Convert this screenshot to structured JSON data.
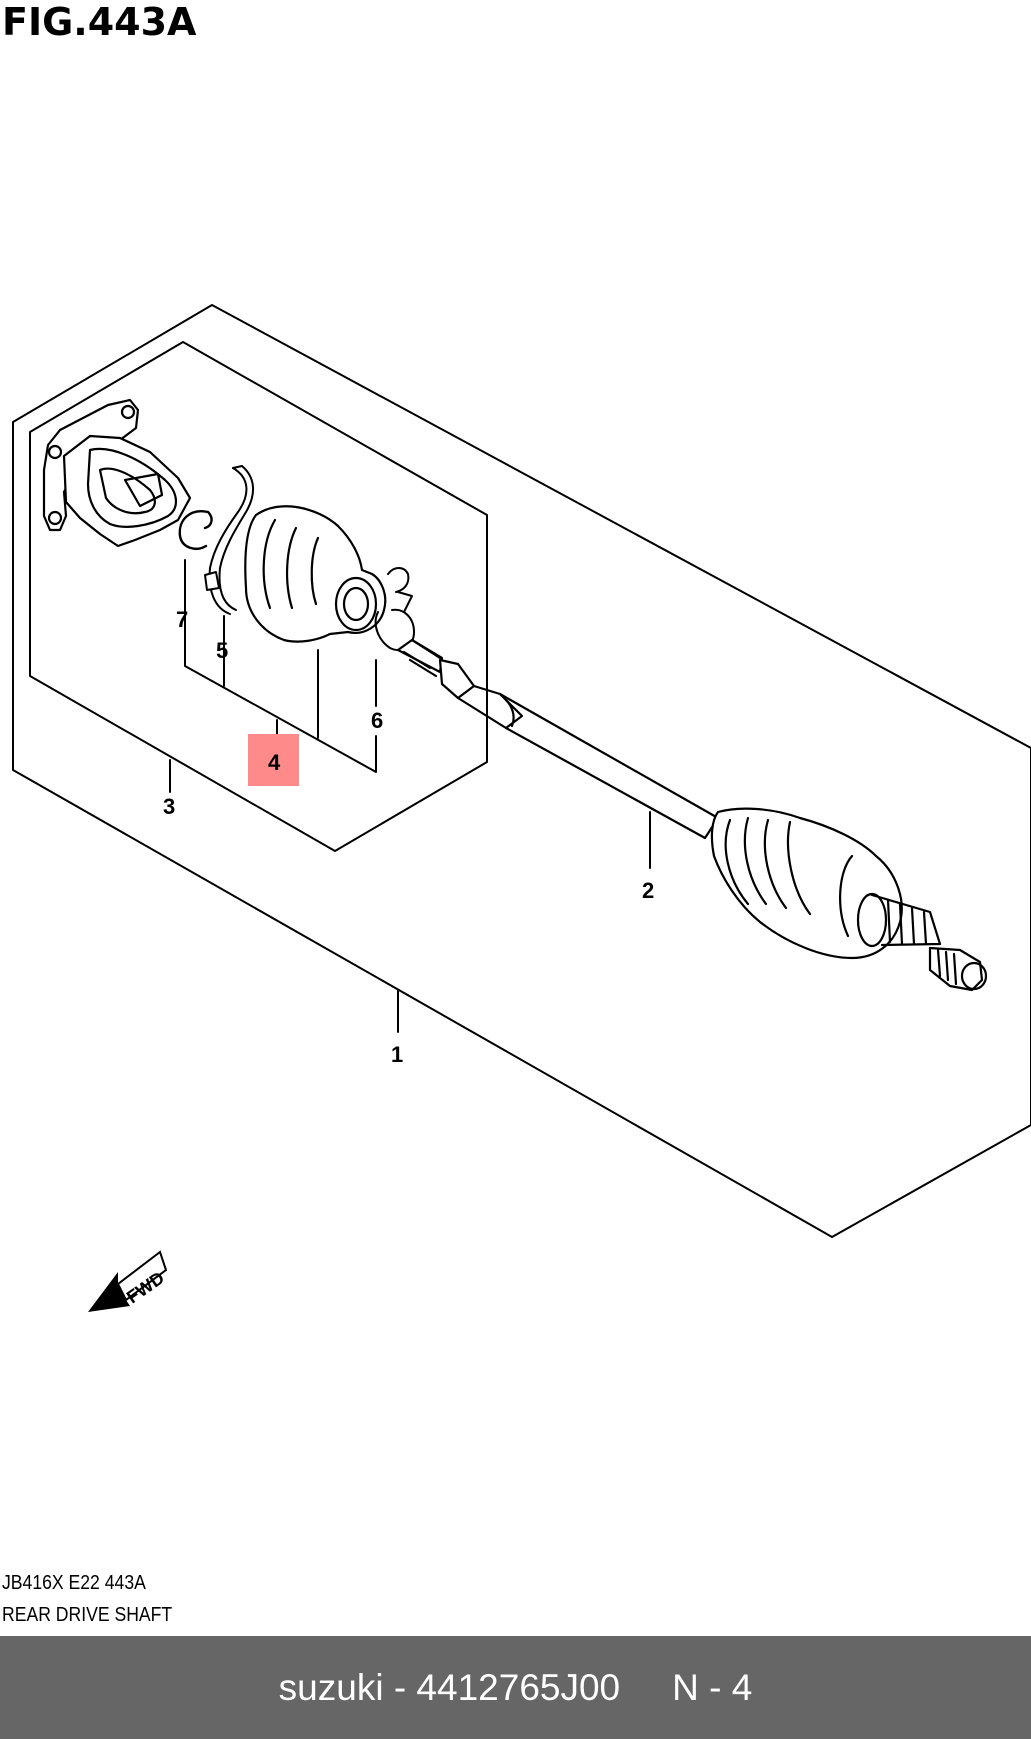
{
  "figure": {
    "title": "FIG.443A",
    "code": "JB416X E22 443A",
    "name": "REAR DRIVE SHAFT"
  },
  "callouts": [
    "1",
    "2",
    "3",
    "4",
    "5",
    "6",
    "7"
  ],
  "highlighted_callout": "4",
  "fwd_label": "FWD",
  "footer": {
    "part": "suzuki - 4412765J00",
    "position": "N - 4"
  },
  "colors": {
    "highlight": "#ff8a8a",
    "footer_bg": "#666666",
    "footer_text": "#ffffff"
  }
}
